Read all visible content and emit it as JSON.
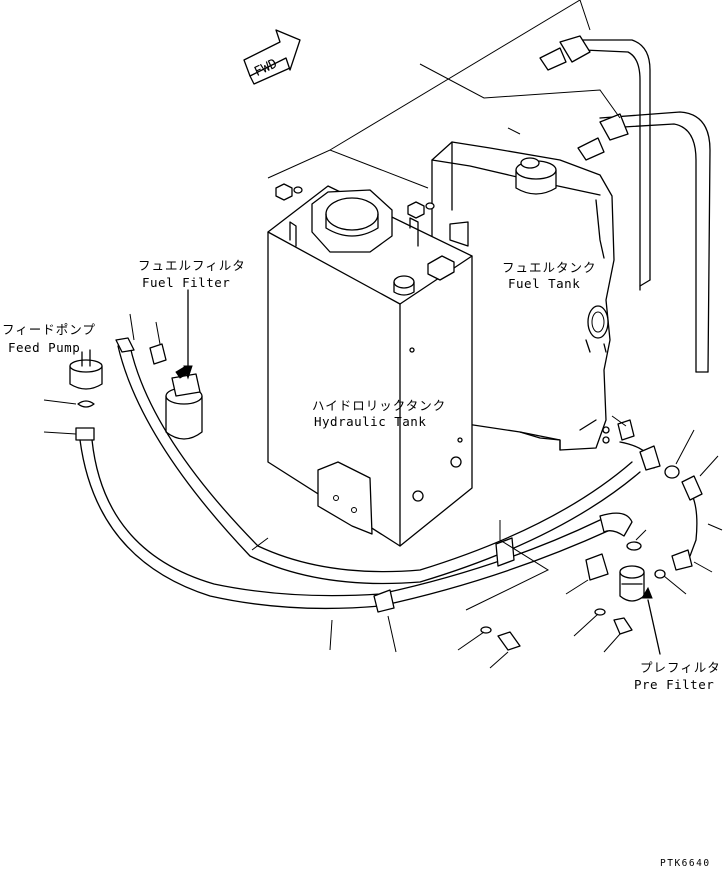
{
  "direction_marker": "FWD",
  "labels": {
    "fuel_filter_jp": "フュエルフィルタ",
    "fuel_filter_en": "Fuel Filter",
    "feed_pump_jp": "フィードポンプ",
    "feed_pump_en": "Feed Pump",
    "fuel_tank_jp": "フュエルタンク",
    "fuel_tank_en": "Fuel Tank",
    "hydraulic_tank_jp": "ハイドロリックタンク",
    "hydraulic_tank_en": "Hydraulic Tank",
    "pre_filter_jp": "プレフィルタ",
    "pre_filter_en": "Pre Filter"
  },
  "drawing_code": "PTK6640"
}
